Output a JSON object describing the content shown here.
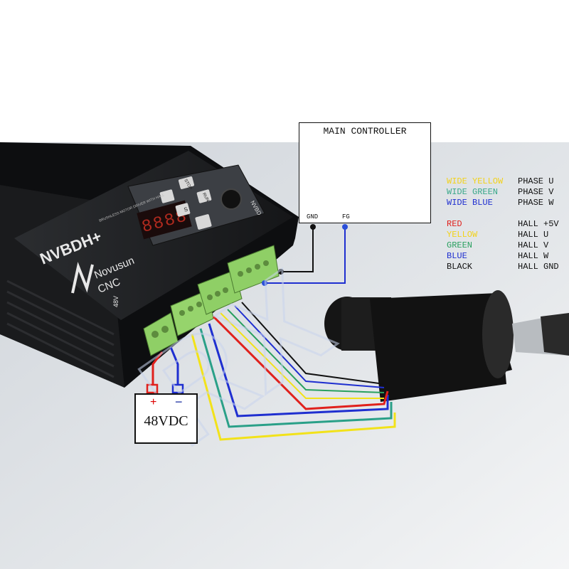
{
  "controller": {
    "title": "MAIN CONTROLLER",
    "gnd_label": "GND",
    "fg_label": "FG"
  },
  "driver": {
    "model": "NVBDH+",
    "brand_line1": "Novusun",
    "brand_line2": "CNC",
    "subtitle": "BRUSHLESS MOTOR DRIVER WITH HALL",
    "voltage_marking": "48V",
    "panel_brand": "NVBD",
    "key_run": "RUN",
    "key_stop": "STOP",
    "key_s": "S",
    "display": "8888"
  },
  "power_supply": {
    "label": "48VDC",
    "plus": "+",
    "minus": "−"
  },
  "legend": [
    {
      "color_name": "WIDE YELLOW",
      "signal": "PHASE U",
      "color": "#f2d21a"
    },
    {
      "color_name": "WIDE GREEN",
      "signal": "PHASE V",
      "color": "#3aa88a"
    },
    {
      "color_name": "WIDE BLUE",
      "signal": "PHASE W",
      "color": "#1f2fd0"
    },
    {
      "color_name": "RED",
      "signal": "HALL +5V",
      "color": "#e0201c"
    },
    {
      "color_name": "YELLOW",
      "signal": "HALL U",
      "color": "#f2d21a"
    },
    {
      "color_name": "GREEN",
      "signal": "HALL V",
      "color": "#2aa060"
    },
    {
      "color_name": "BLUE",
      "signal": "HALL W",
      "color": "#1f2fd0"
    },
    {
      "color_name": "BLACK",
      "signal": "HALL GND",
      "color": "#111111"
    }
  ],
  "colors": {
    "wire_yellow": "#f2e21a",
    "wire_green": "#2aa088",
    "wire_blue": "#1f2fd0",
    "wire_red": "#e0201c",
    "wire_black": "#111111",
    "dot_blue": "#2a4fd8",
    "terminal_green": "#8fd06a"
  }
}
